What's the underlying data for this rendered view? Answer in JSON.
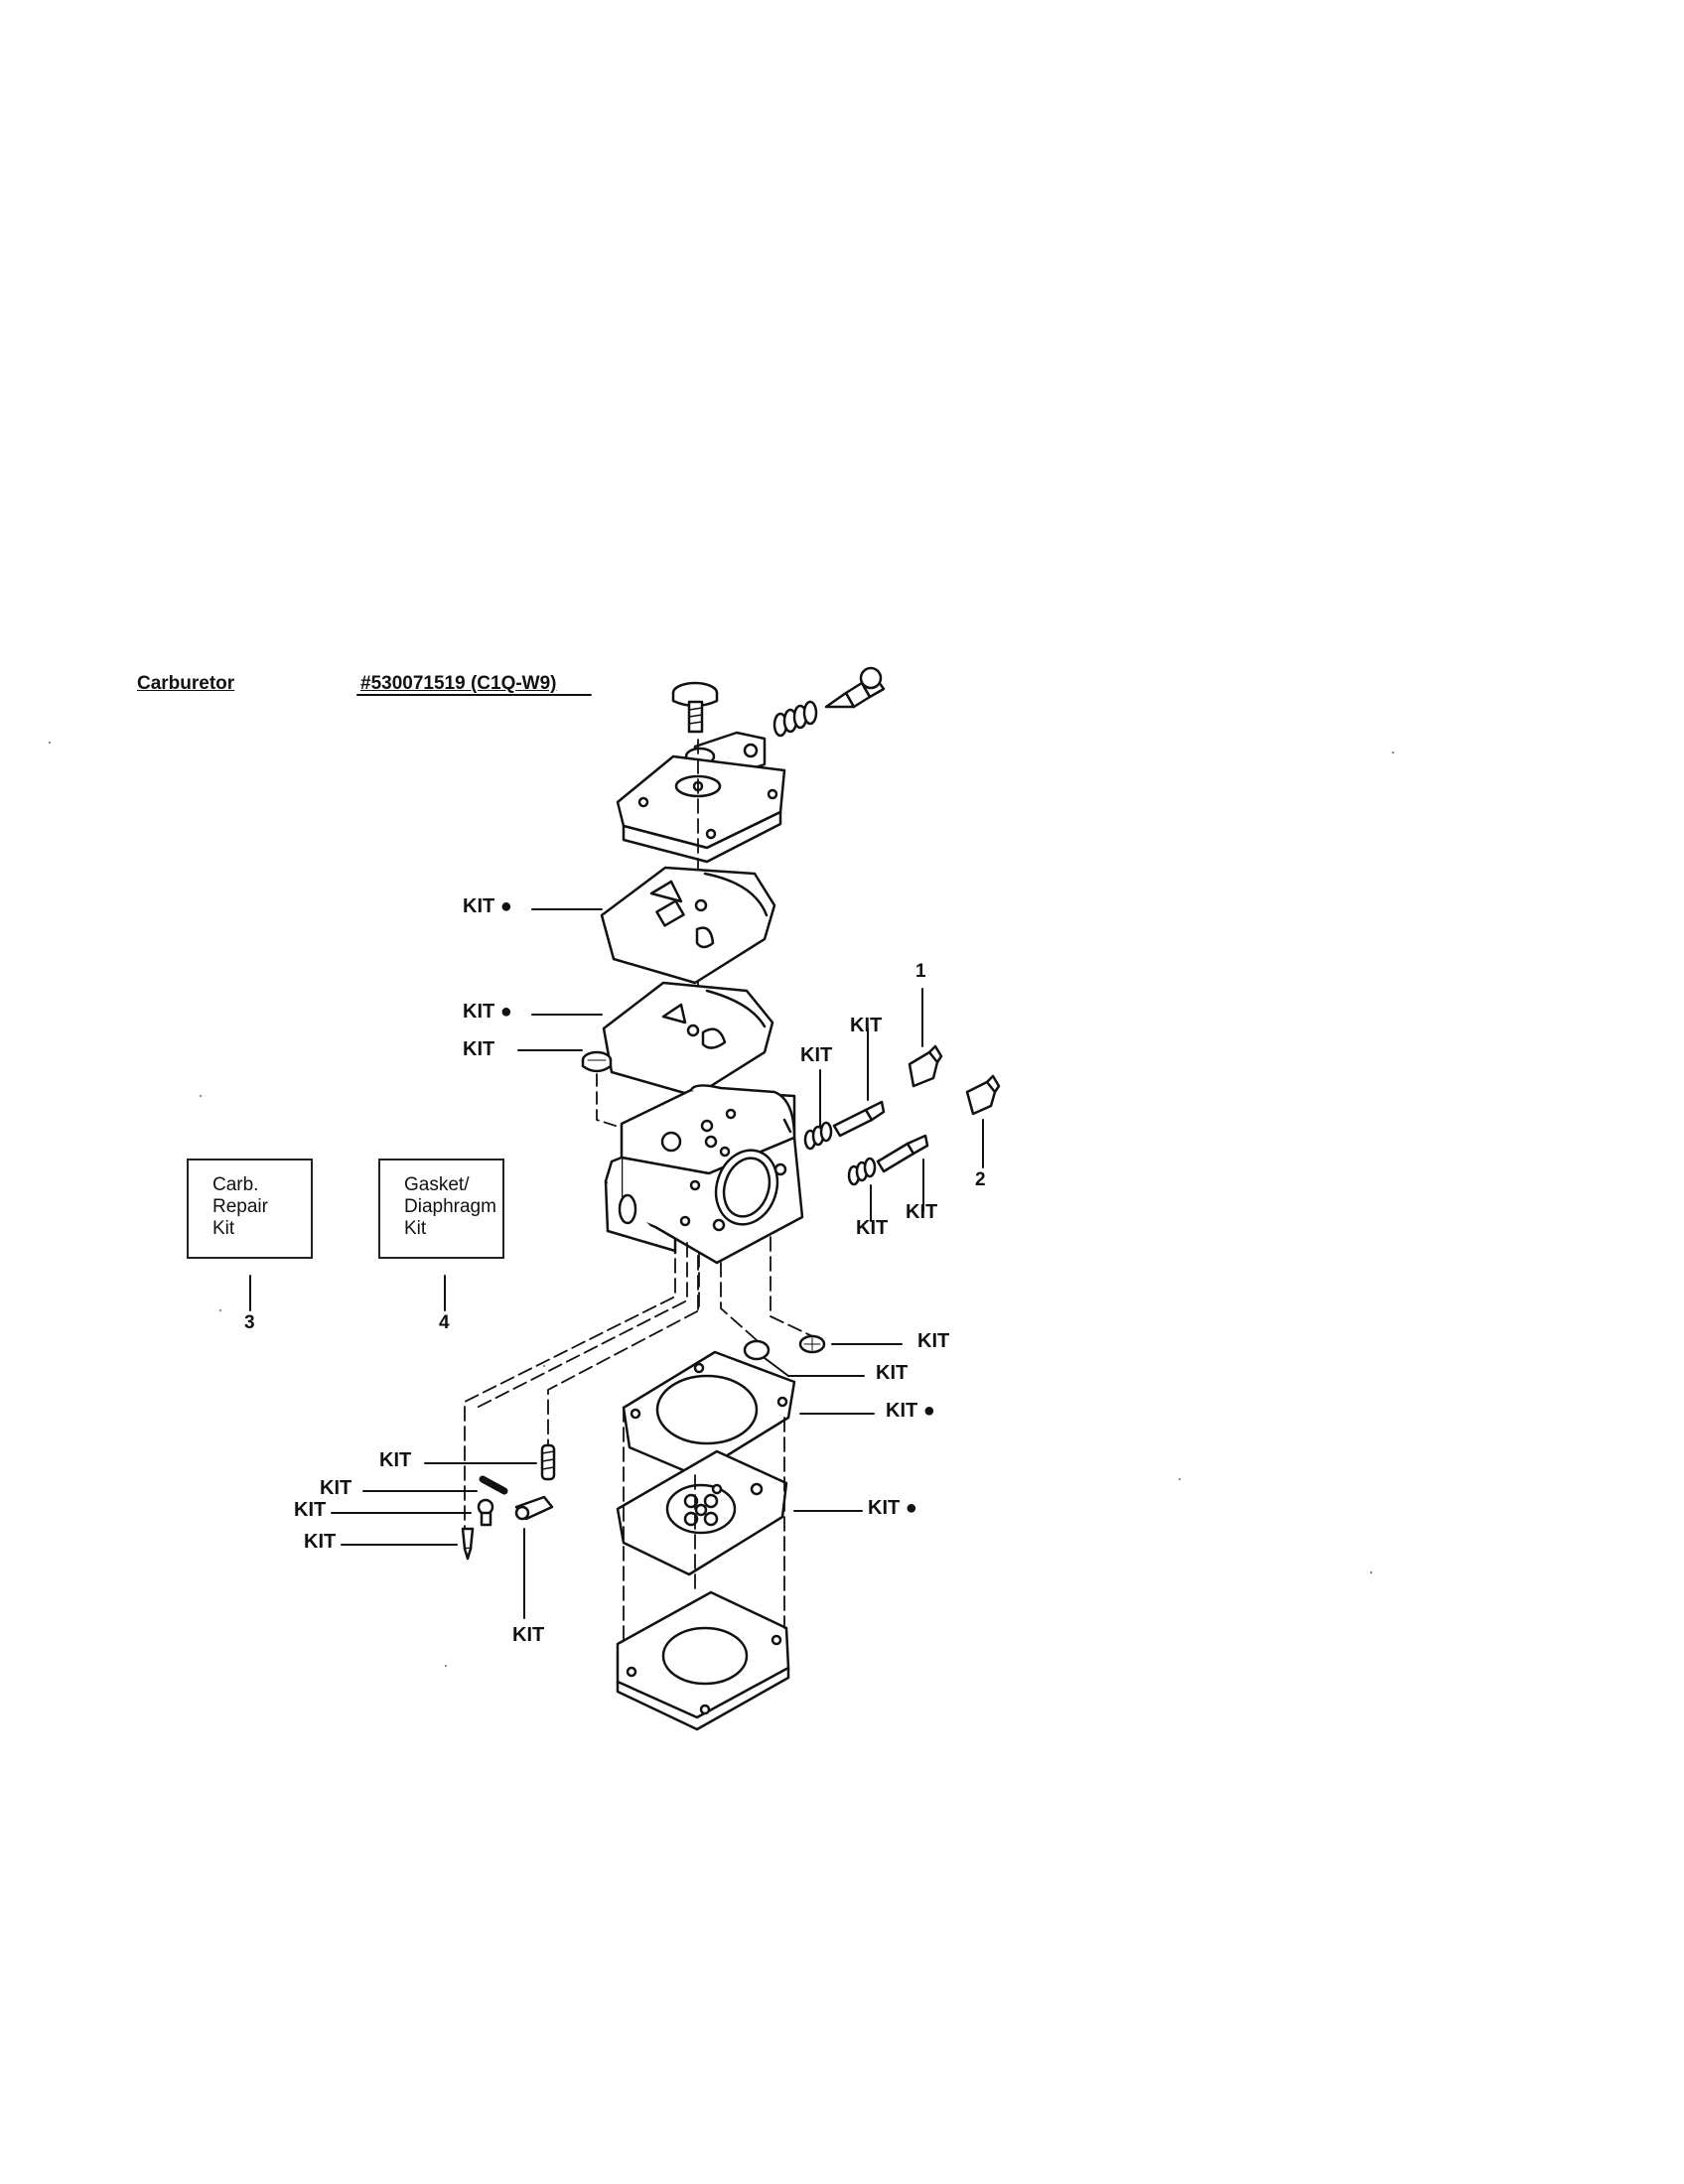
{
  "header": {
    "title": "Carburetor",
    "part_number": "#530071519  (C1Q-W9)"
  },
  "kit_boxes": [
    {
      "lines": [
        "Carb.",
        "Repair",
        "Kit"
      ],
      "number": "3"
    },
    {
      "lines": [
        "Gasket/",
        "Diaphragm",
        "Kit"
      ],
      "number": "4"
    }
  ],
  "callouts": {
    "kit": "KIT",
    "kit_dot": "KIT ●",
    "one": "1",
    "two": "2"
  }
}
